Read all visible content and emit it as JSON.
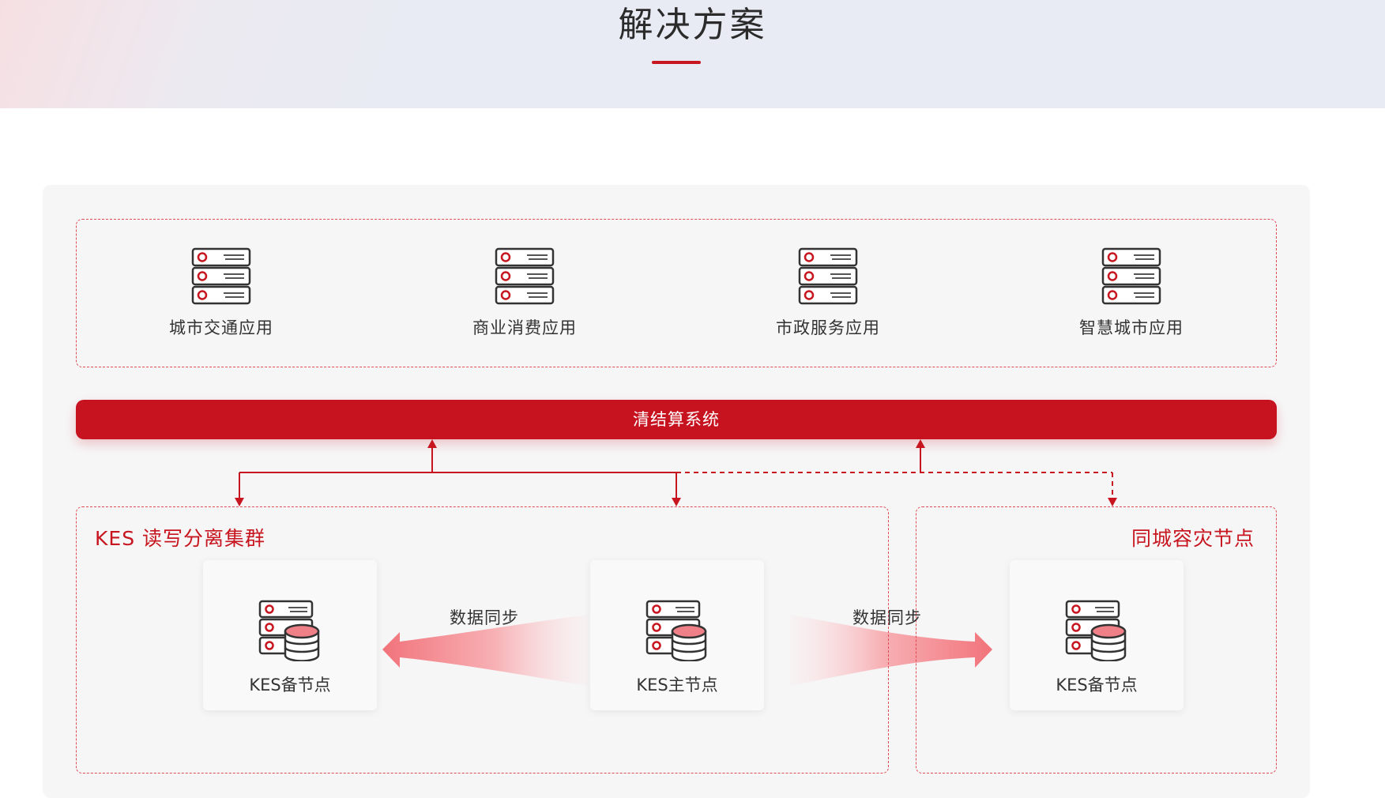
{
  "header": {
    "title": "解决方案"
  },
  "apps": [
    {
      "label": "城市交通应用"
    },
    {
      "label": "商业消费应用"
    },
    {
      "label": "市政服务应用"
    },
    {
      "label": "智慧城市应用"
    }
  ],
  "settlement_bar": {
    "label": "清结算系统"
  },
  "cluster": {
    "title": "KES 读写分离集群",
    "standby_node": {
      "label": "KES备节点"
    },
    "primary_node": {
      "label": "KES主节点"
    }
  },
  "disaster_recovery": {
    "title": "同城容灾节点",
    "standby_node": {
      "label": "KES备节点"
    }
  },
  "sync_labels": {
    "left": "数据同步",
    "right": "数据同步"
  },
  "colors": {
    "accent": "#c7161f",
    "panel_bg": "#f6f6f7",
    "header_bg": "#e8ebf3"
  }
}
